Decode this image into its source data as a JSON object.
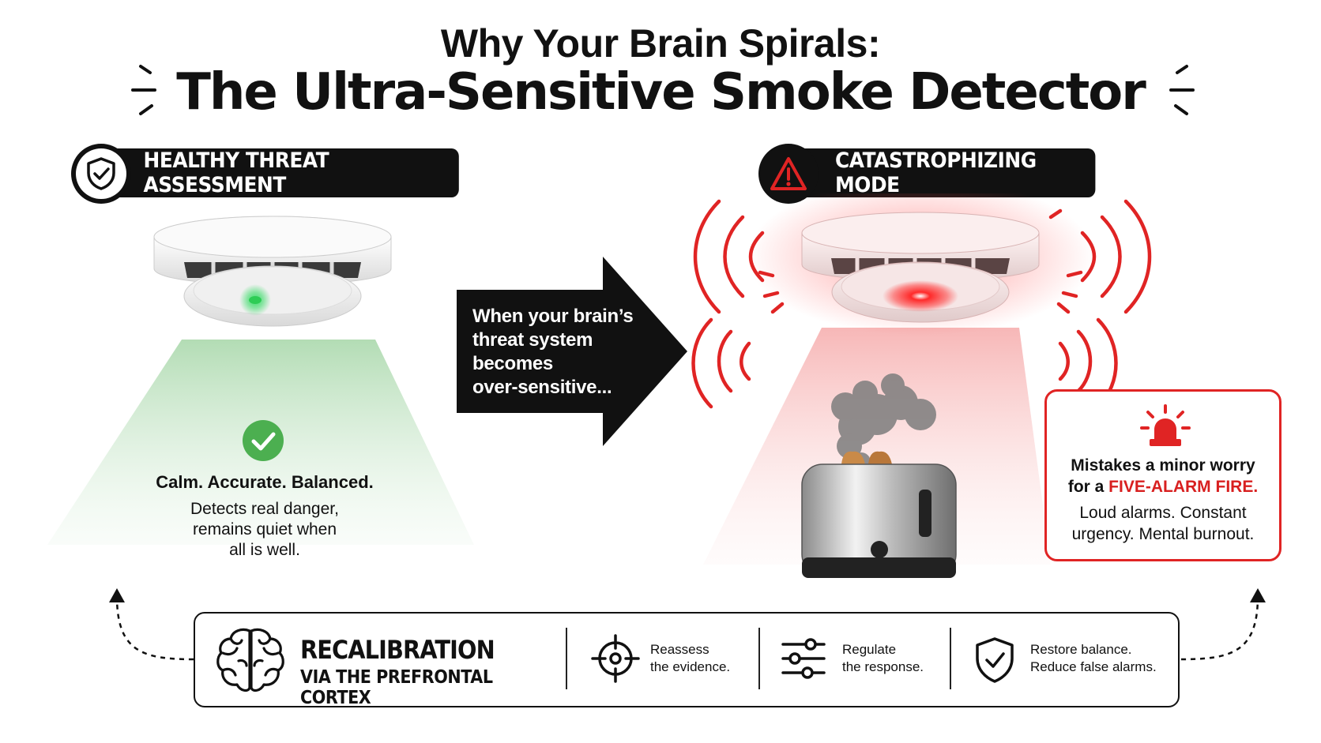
{
  "title": {
    "line1": "Why Your Brain Spirals:",
    "line2": "The Ultra-Sensitive Smoke Detector"
  },
  "healthy": {
    "label": "HEALTHY THREAT ASSESSMENT",
    "icon": "shield-check-icon",
    "summary": "Calm. Accurate. Balanced.",
    "description": [
      "Detects real danger,",
      "remains quiet when",
      "all is well."
    ],
    "accent": "#4caf50"
  },
  "transition": {
    "lines": [
      "When your brain’s",
      "threat system",
      "becomes",
      "over-sensitive..."
    ]
  },
  "catastrophizing": {
    "label": "CATASTROPHIZING MODE",
    "icon": "warning-triangle-icon",
    "warning": {
      "line1": "Mistakes a minor worry",
      "line2_prefix": "for a ",
      "line2_highlight": "FIVE-ALARM FIRE.",
      "description": [
        "Loud alarms. Constant",
        "urgency. Mental burnout."
      ]
    },
    "accent": "#e02424"
  },
  "recalibration": {
    "title": "RECALIBRATION",
    "subtitle": "VIA THE PREFRONTAL CORTEX",
    "steps": [
      {
        "icon": "crosshair-icon",
        "lines": [
          "Reassess",
          "the evidence."
        ]
      },
      {
        "icon": "sliders-icon",
        "lines": [
          "Regulate",
          "the response."
        ]
      },
      {
        "icon": "shield-check-icon",
        "lines": [
          "Restore balance.",
          "Reduce false alarms."
        ]
      }
    ]
  }
}
